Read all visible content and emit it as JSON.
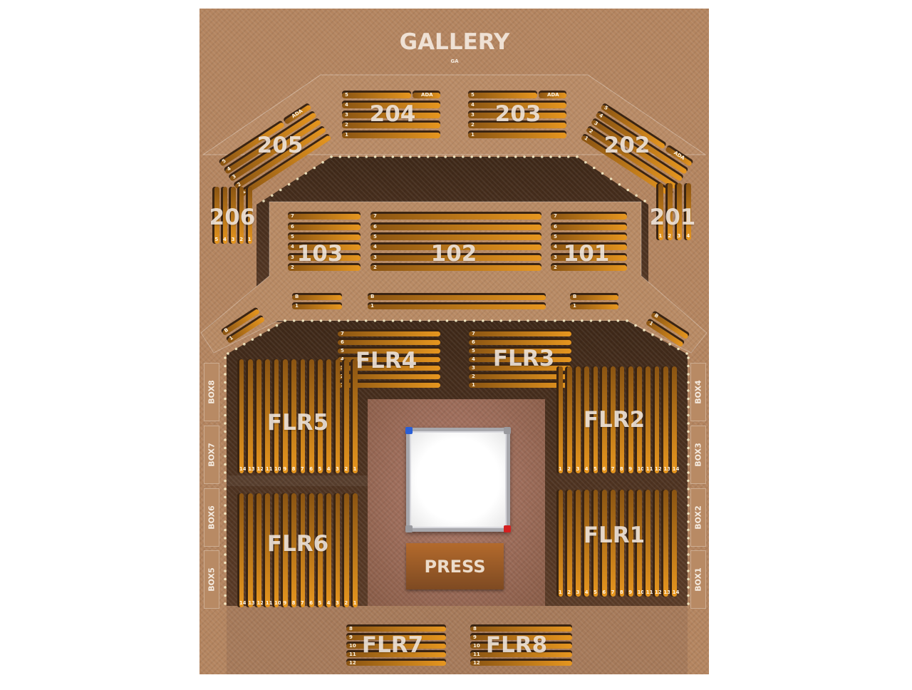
{
  "venue_map": {
    "gallery": {
      "label": "GALLERY",
      "sub": "GA"
    },
    "sections": [
      {
        "id": "204",
        "label": "204",
        "rows": [
          "5",
          "4",
          "3",
          "2",
          "1"
        ],
        "ada": "ADA"
      },
      {
        "id": "203",
        "label": "203",
        "rows": [
          "5",
          "4",
          "3",
          "2",
          "1"
        ],
        "ada": "ADA"
      },
      {
        "id": "205",
        "label": "205",
        "rows": [
          "5",
          "4",
          "3",
          "2",
          "1"
        ],
        "ada": "ADA"
      },
      {
        "id": "202",
        "label": "202",
        "rows": [
          "5",
          "4",
          "3",
          "2",
          "1"
        ],
        "ada": "ADA"
      },
      {
        "id": "206",
        "label": "206",
        "rows": [
          "5",
          "4",
          "3",
          "2",
          "1"
        ]
      },
      {
        "id": "201",
        "label": "201",
        "rows": [
          "1",
          "2",
          "3",
          "4"
        ]
      },
      {
        "id": "103",
        "label": "103",
        "rows": [
          "7",
          "6",
          "5",
          "4",
          "3",
          "2"
        ],
        "front_rows": [
          "B",
          "1"
        ]
      },
      {
        "id": "102",
        "label": "102",
        "rows": [
          "7",
          "6",
          "5",
          "4",
          "3",
          "2"
        ],
        "front_rows": [
          "B",
          "1"
        ]
      },
      {
        "id": "101",
        "label": "101",
        "rows": [
          "7",
          "6",
          "5",
          "4",
          "3",
          "2"
        ],
        "front_rows": [
          "B",
          "1"
        ]
      },
      {
        "id": "wing-left",
        "label": "",
        "rows": [
          "B",
          "1"
        ]
      },
      {
        "id": "wing-right",
        "label": "",
        "rows": [
          "B",
          "1"
        ]
      },
      {
        "id": "FLR4",
        "label": "FLR4",
        "rows": [
          "7",
          "6",
          "5",
          "4",
          "3",
          "2",
          "1"
        ]
      },
      {
        "id": "FLR3",
        "label": "FLR3",
        "rows": [
          "7",
          "6",
          "5",
          "4",
          "3",
          "2",
          "1"
        ]
      },
      {
        "id": "FLR5",
        "label": "FLR5",
        "rows": [
          "14",
          "13",
          "12",
          "11",
          "10",
          "9",
          "8",
          "7",
          "6",
          "5",
          "4",
          "3",
          "2",
          "1"
        ]
      },
      {
        "id": "FLR6",
        "label": "FLR6",
        "rows": [
          "14",
          "13",
          "12",
          "11",
          "10",
          "9",
          "8",
          "7",
          "6",
          "5",
          "4",
          "3",
          "2",
          "1"
        ]
      },
      {
        "id": "FLR2",
        "label": "FLR2",
        "rows": [
          "1",
          "2",
          "3",
          "4",
          "5",
          "6",
          "7",
          "8",
          "9",
          "10",
          "11",
          "12",
          "13",
          "14"
        ]
      },
      {
        "id": "FLR1",
        "label": "FLR1",
        "rows": [
          "1",
          "2",
          "3",
          "4",
          "5",
          "6",
          "7",
          "8",
          "9",
          "10",
          "11",
          "12",
          "13",
          "14"
        ]
      },
      {
        "id": "FLR7",
        "label": "FLR7",
        "rows": [
          "8",
          "9",
          "10",
          "11",
          "12"
        ]
      },
      {
        "id": "FLR8",
        "label": "FLR8",
        "rows": [
          "8",
          "9",
          "10",
          "11",
          "12"
        ]
      }
    ],
    "boxes": [
      "BOX8",
      "BOX7",
      "BOX6",
      "BOX5",
      "BOX4",
      "BOX3",
      "BOX2",
      "BOX1"
    ],
    "press": "PRESS",
    "colors": {
      "seat": "#e6961f",
      "floor": "#a0705e",
      "concourse": "#b48560",
      "pit": "#4a3020",
      "blue_corner": "#2a5fd6",
      "red_corner": "#d42020"
    }
  }
}
